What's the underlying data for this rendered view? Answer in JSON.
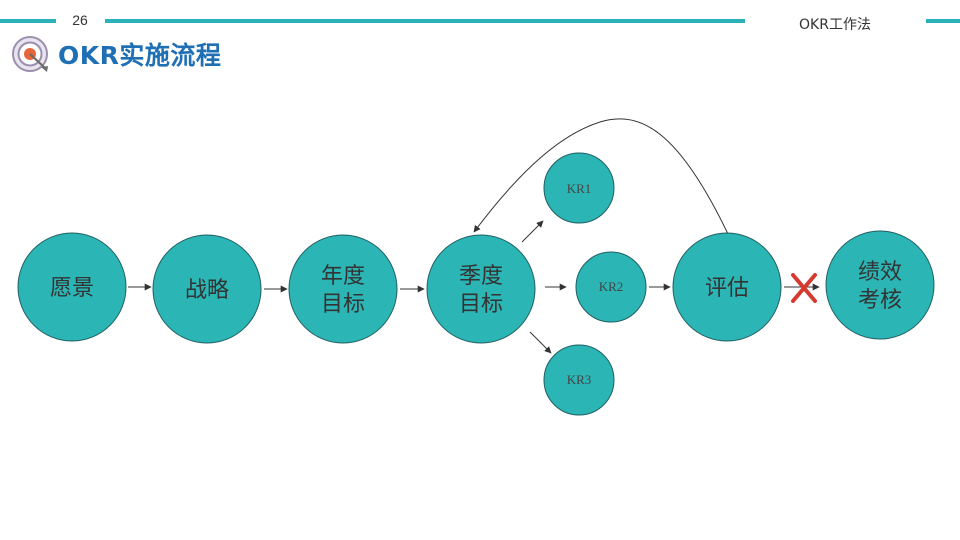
{
  "header": {
    "page_number": "26",
    "label": "OKR工作法",
    "accent_color": "#2ab2b8"
  },
  "title": {
    "text": "OKR实施流程",
    "icon": "target-icon",
    "color": "#1f6fb5"
  },
  "diagram": {
    "node_color": "#2bb5b5",
    "node_stroke": "#1f5f63",
    "blocked_marker": "x-mark-icon",
    "blocked_color": "#d63a2f",
    "nodes": {
      "vision": [
        "愿景"
      ],
      "strategy": [
        "战略"
      ],
      "annual": [
        "年度",
        "目标"
      ],
      "quarterly": [
        "季度",
        "目标"
      ],
      "kr1": [
        "KR1"
      ],
      "kr2": [
        "KR2"
      ],
      "kr3": [
        "KR3"
      ],
      "evaluate": [
        "评估"
      ],
      "performance": [
        "绩效",
        "考核"
      ]
    }
  }
}
